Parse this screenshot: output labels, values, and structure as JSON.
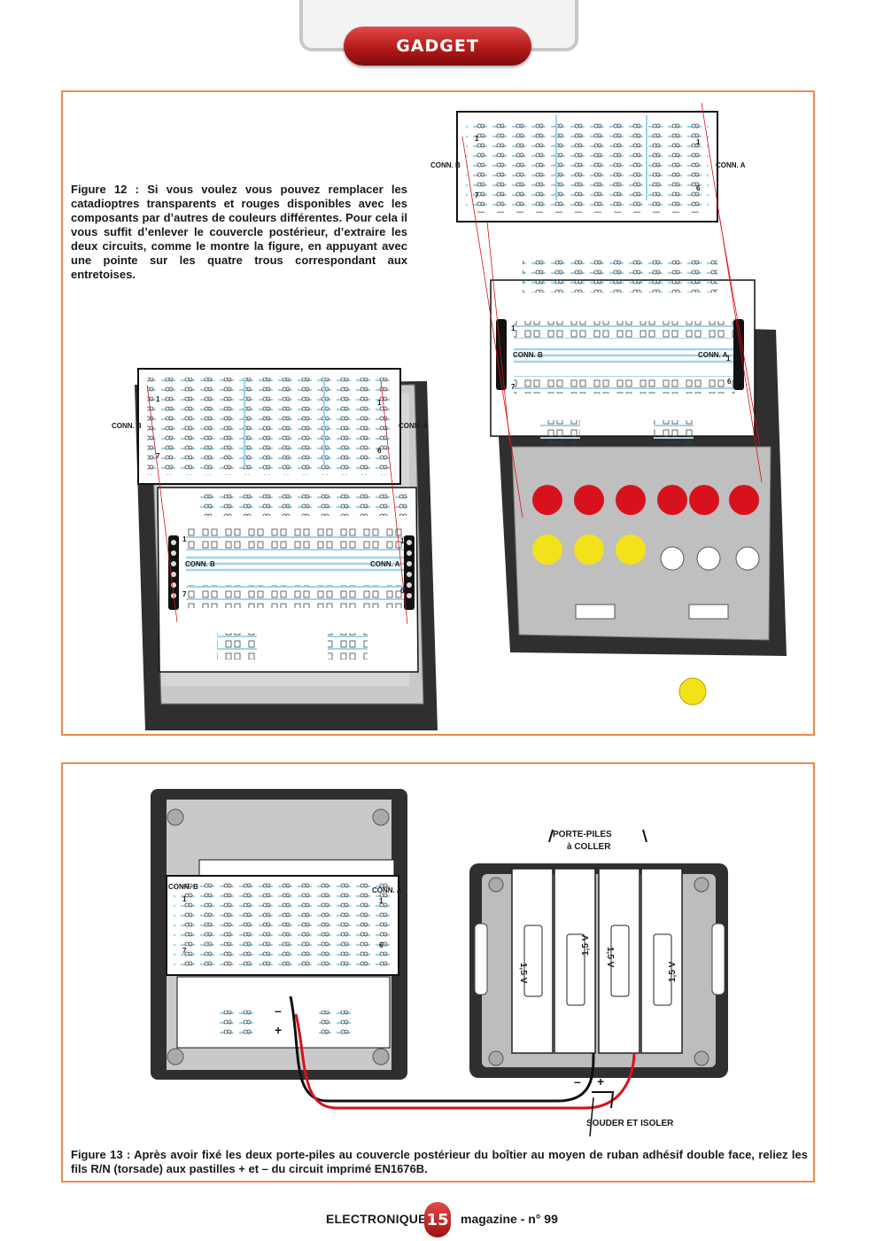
{
  "header": {
    "section_label": "GADGET"
  },
  "figure12": {
    "caption": "Figure 12 : Si vous voulez vous pouvez remplacer les catadioptres transparents et rouges disponibles avec les composants par d’autres de couleurs différentes. Pour cela il vous suffit d’enlever le couvercle postérieur, d’extraire les deux circuits, comme le montre la figure, en appuyant avec une pointe sur les quatre trous correspondant aux entretoises.",
    "labels": {
      "conn_a": "CONN. A",
      "conn_b": "CONN. B",
      "pin1": "1",
      "pin6": "6",
      "pin7": "7"
    }
  },
  "figure13": {
    "caption": "Figure 13 : Après avoir fixé les deux porte-piles au couvercle postérieur du boîtier au moyen de ruban adhésif double face, reliez les fils R/N (torsade) aux pastilles + et – du circuit imprimé EN1676B.",
    "holder_label_line1": "PORTE-PILES",
    "holder_label_line2": "à COLLER",
    "solder_label": "SOUDER ET ISOLER",
    "battery_label": "1,5 V",
    "minus": "–",
    "plus": "+",
    "labels": {
      "conn_a": "CONN. A",
      "conn_b": "CONN. B",
      "pin1": "1",
      "pin6": "6",
      "pin7": "7"
    }
  },
  "footer": {
    "magazine_left": "ELECTRONIQUE",
    "page_number": "15",
    "magazine_right": "magazine - n° 99"
  },
  "colors": {
    "accent_orange": "#ee8a4f",
    "brand_red": "#c21e1e",
    "trace_blue": "#9fd4ec",
    "led_red": "#d8121c",
    "led_yellow": "#f3e21a",
    "case_dark": "#2f2f2f"
  }
}
